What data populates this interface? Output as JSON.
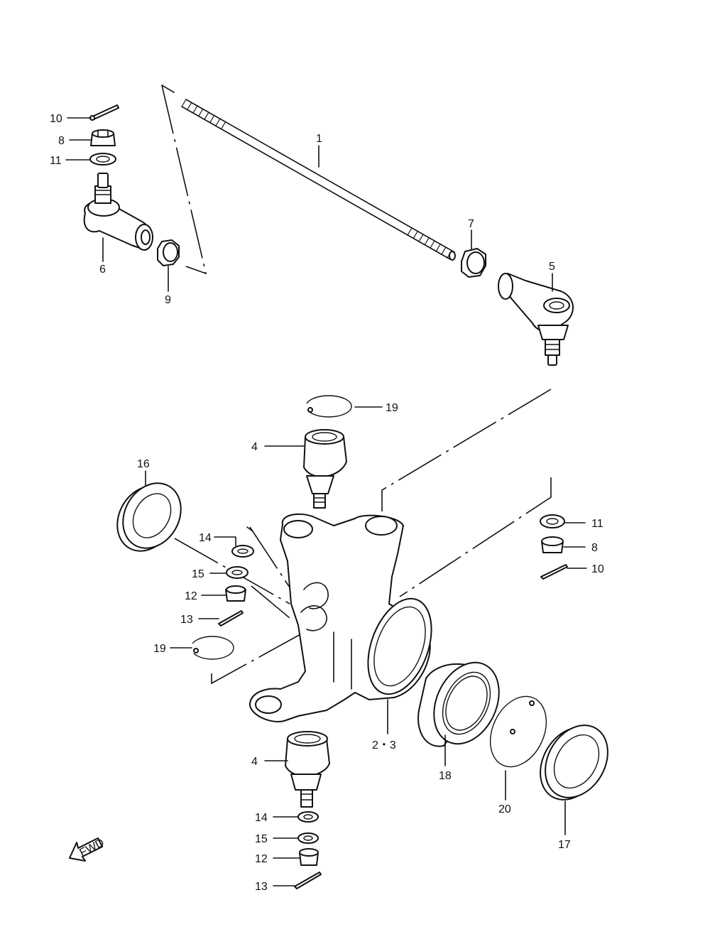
{
  "callouts": {
    "c1": "1",
    "c23": "2・3",
    "c4a": "4",
    "c4b": "4",
    "c5": "5",
    "c6": "6",
    "c7": "7",
    "c8a": "8",
    "c8b": "8",
    "c9": "9",
    "c10a": "10",
    "c10b": "10",
    "c11a": "11",
    "c11b": "11",
    "c12a": "12",
    "c12b": "12",
    "c13a": "13",
    "c13b": "13",
    "c14a": "14",
    "c14b": "14",
    "c15a": "15",
    "c15b": "15",
    "c16": "16",
    "c17": "17",
    "c18": "18",
    "c19a": "19",
    "c19b": "19",
    "c20": "20"
  },
  "fwd_arrow": {
    "label": "FWD",
    "icon": "fwd-arrow-icon"
  }
}
